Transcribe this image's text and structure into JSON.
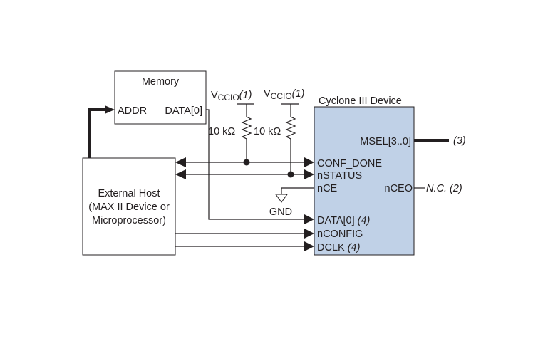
{
  "diagram": {
    "colors": {
      "device_fill": "#c0d1e7",
      "line": "#231f20",
      "background": "#ffffff"
    },
    "memory": {
      "title": "Memory",
      "pins": {
        "addr": "ADDR",
        "data": "DATA[0]"
      }
    },
    "external_host": {
      "line1": "External Host",
      "line2": "(MAX II Device or",
      "line3": "Microprocessor)"
    },
    "device": {
      "title": "Cyclone III Device",
      "pins": {
        "msel": "MSEL[3..0]",
        "conf_done": "CONF_DONE",
        "nstatus": "nSTATUS",
        "nce": "nCE",
        "nceo": "nCEO",
        "data0": "DATA[0]",
        "data0_note": "(4)",
        "nconfig": "nCONFIG",
        "dclk": "DCLK",
        "dclk_note": "(4)"
      }
    },
    "pullups": [
      {
        "supply": "V",
        "supply_sub": "CCIO",
        "note": "(1)",
        "value": "10 kΩ"
      },
      {
        "supply": "V",
        "supply_sub": "CCIO",
        "note": "(1)",
        "value": "10 kΩ"
      }
    ],
    "ground": "GND",
    "msel_note": "(3)",
    "nceo_note": "N.C. (2)"
  }
}
